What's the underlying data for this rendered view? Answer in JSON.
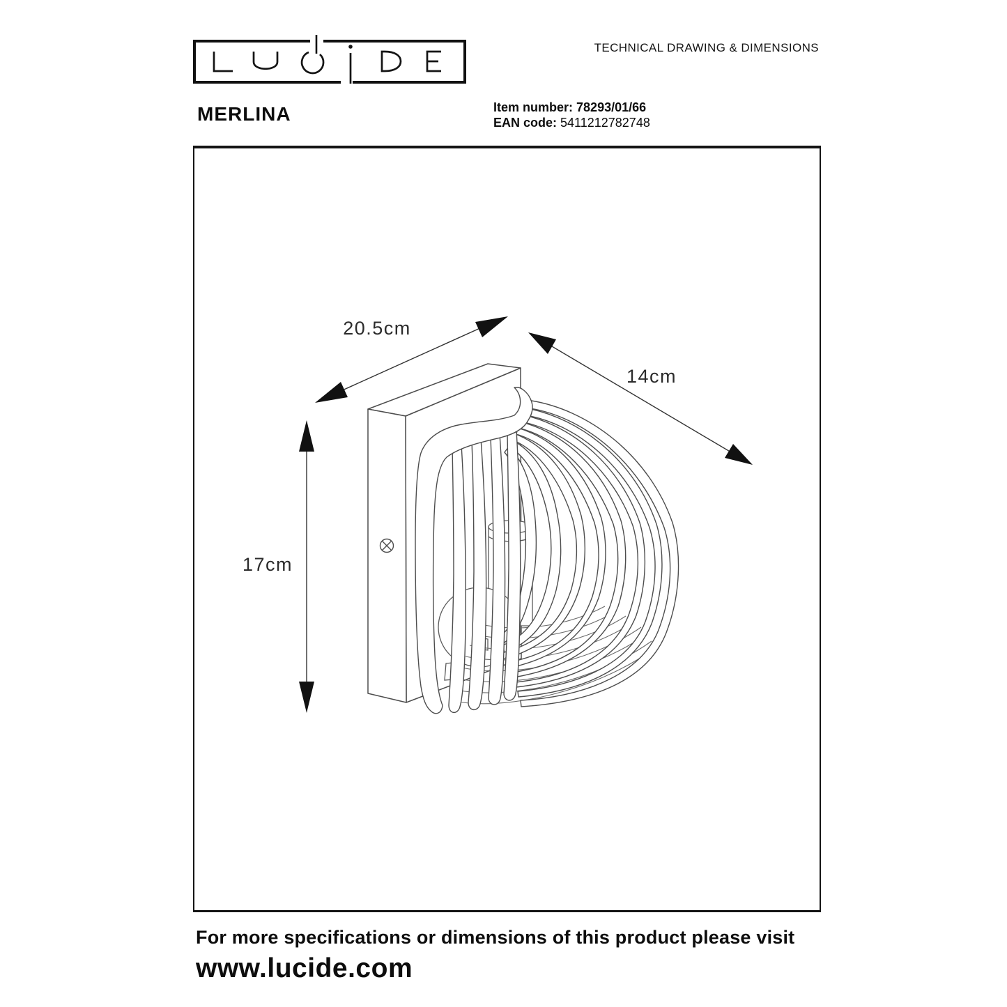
{
  "header": {
    "logo_text": "LUCIDE",
    "product_name": "MERLINA",
    "doc_title": "TECHNICAL DRAWING & DIMENSIONS",
    "item_label": "Item number:",
    "item_value": "78293/01/66",
    "ean_label": "EAN code:",
    "ean_value": "5411212782748"
  },
  "drawing": {
    "dim_width": "20.5cm",
    "dim_depth": "14cm",
    "dim_height": "17cm"
  },
  "footer": {
    "note": "For more specifications or dimensions of this product please visit",
    "website": "www.lucide.com"
  },
  "colors": {
    "ink": "#141414",
    "line": "#4d4d4d"
  }
}
